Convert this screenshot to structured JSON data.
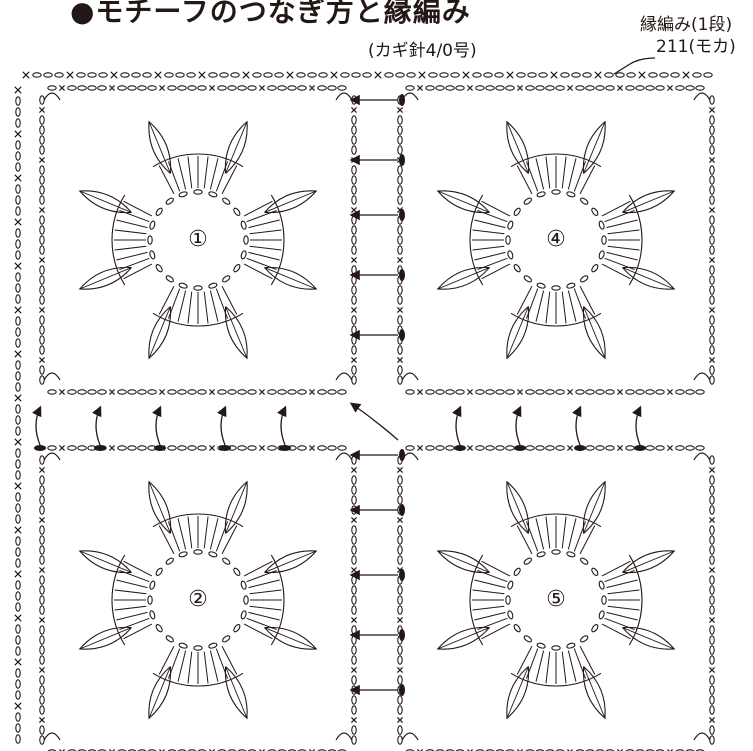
{
  "title": "●モチーフのつなぎ方と縁編み",
  "needle_note": "(カギ針4/0号)",
  "edging_note": {
    "rows": "縁編み(1段)",
    "yarn": "211(モカ)"
  },
  "motifs": [
    {
      "number": "①",
      "position": "top-left"
    },
    {
      "number": "②",
      "position": "bottom-left"
    },
    {
      "number": "④",
      "position": "top-right"
    },
    {
      "number": "⑤",
      "position": "bottom-right"
    }
  ],
  "colors": {
    "ink": "#231815",
    "background": "#ffffff"
  }
}
